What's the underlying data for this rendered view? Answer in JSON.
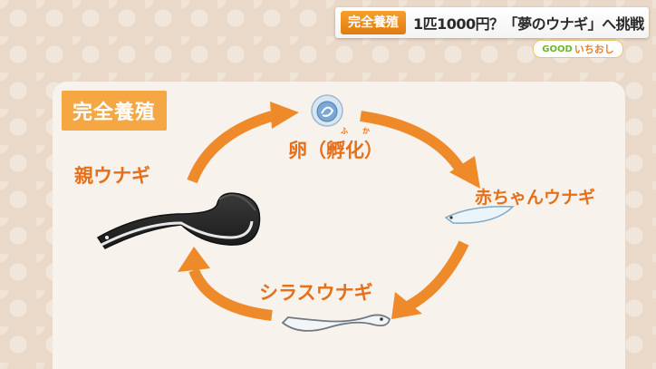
{
  "caption": {
    "tag": "完全養殖",
    "text": "1匹1000円？「夢のウナギ」へ挑戦"
  },
  "show_logo": {
    "part1": "GOOD",
    "part2": "いちおし"
  },
  "diagram": {
    "title": "完全養殖",
    "stages": {
      "egg": "卵（孵化）",
      "egg_ruby_1": "ふ",
      "egg_ruby_2": "か",
      "baby": "赤ちゃんウナギ",
      "glass": "シラスウナギ",
      "parent": "親ウナギ"
    }
  },
  "colors": {
    "accent": "#e6701a",
    "arrow": "#ee8a2a",
    "title_bg": "#f4a742"
  }
}
